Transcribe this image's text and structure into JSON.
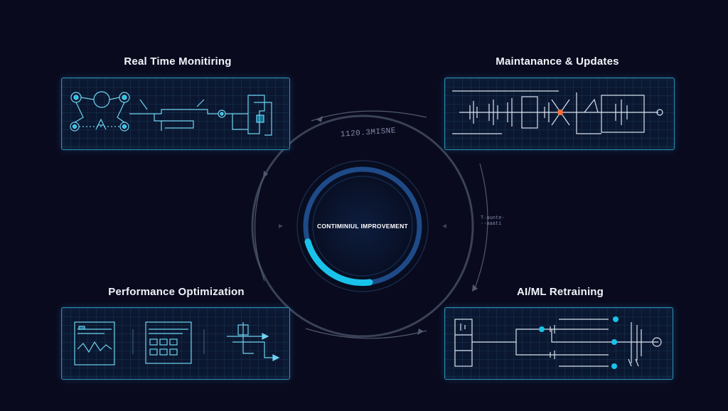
{
  "quadrants": {
    "top_left": {
      "title": "Real Time Monitiring"
    },
    "top_right": {
      "title": "Maintanance & Updates"
    },
    "bottom_left": {
      "title": "Performance Optimization"
    },
    "bottom_right": {
      "title": "AI/ML Retraining"
    }
  },
  "center": {
    "label": "CONTIMINIUL IMPROVEMENT",
    "ring_label": "1120.3MISNE",
    "side_label": "T·aunte· ··aaati"
  },
  "colors": {
    "background": "#0a0a1e",
    "accent": "#19c2ea",
    "panel_border": "#2c8fb4",
    "ring_gray": "#4a5266"
  }
}
